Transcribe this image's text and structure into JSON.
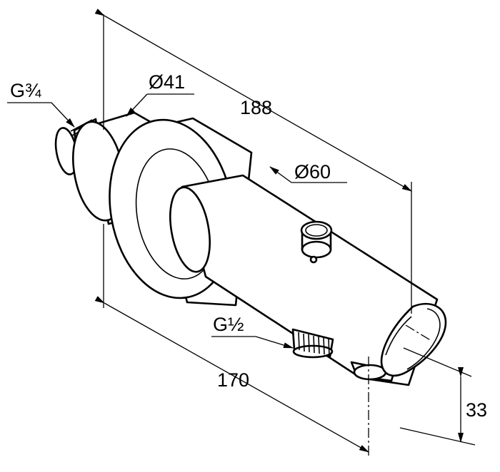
{
  "dimensions": {
    "thread_inlet": "G¾",
    "outer_diameter_small": "Ø41",
    "overall_length": "188",
    "rosette_diameter": "Ø60",
    "thread_outlet": "G½",
    "length_to_outlet": "170",
    "outlet_offset": "33"
  }
}
